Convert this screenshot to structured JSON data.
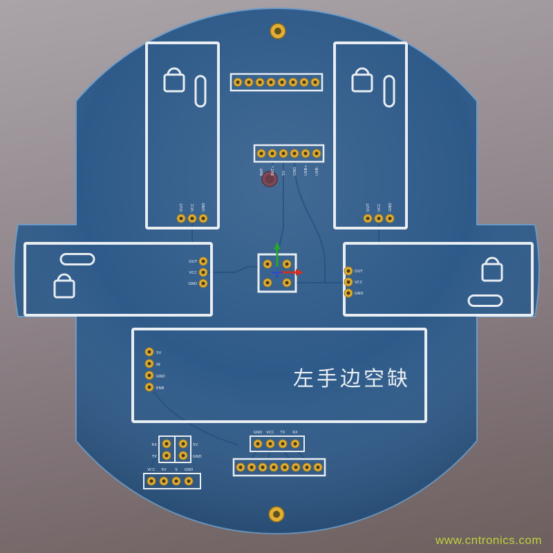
{
  "watermark": "www.cntronics.com",
  "board": {
    "notice": "左手边空缺"
  },
  "colors": {
    "background_top": "#aaa4a8",
    "background_bottom": "#6d5f5d",
    "board": "#2e5a89",
    "board_edge": "#6d9bc7",
    "silkscreen": "#e9eef3",
    "trace": "#224d7c",
    "pad_ring": "#e2ae36",
    "pad_hole": "#4a3a14",
    "hole_center": "#5f521a",
    "cap_body": "#7c4b57",
    "watermark": "#bdd23e",
    "axis_x": "#d03022",
    "axis_y": "#27a52e",
    "axis_origin": "#2b48d8"
  },
  "labels": {
    "module_tl": [
      "OUT",
      "VCC",
      "GND"
    ],
    "module_tr": [
      "OUT",
      "VCC",
      "GND"
    ],
    "module_left": [
      "OUT",
      "VCC",
      "GND"
    ],
    "module_right": [
      "OUT",
      "VCC",
      "GND"
    ],
    "power_header": [
      "BAT-",
      "BAT+",
      "5V",
      "GND",
      "USB+",
      "USB-"
    ],
    "driver_block": [
      "5V",
      "IN",
      "GND",
      "ENB"
    ],
    "serial_header": [
      "GND",
      "VCC",
      "TX",
      "RX"
    ],
    "isp_left": [
      "RX",
      "TX"
    ],
    "isp_right": [
      "5V",
      "GND"
    ],
    "aux_header": [
      "VCC",
      "5V",
      "S",
      "GND"
    ]
  }
}
